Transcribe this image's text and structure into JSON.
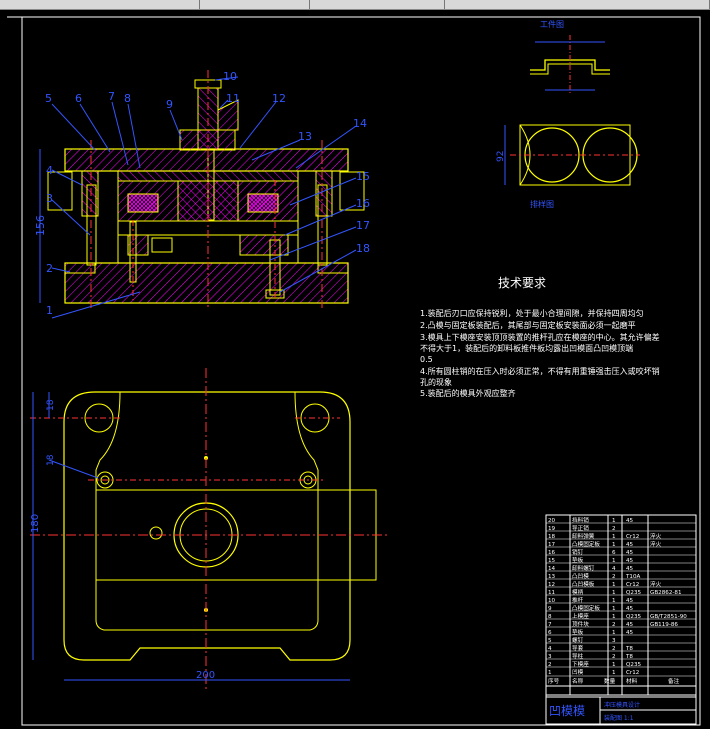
{
  "callouts": [
    "10",
    "11",
    "5",
    "6",
    "7",
    "8",
    "9",
    "12",
    "13",
    "14",
    "4",
    "3",
    "15",
    "16",
    "17",
    "2",
    "18",
    "1"
  ],
  "dim_156": "156",
  "dim_180": "180",
  "dim_200": "200",
  "dim_small_top": "18",
  "dim_small_left": "18",
  "dim_right_92": "92",
  "workpiece_label": "工件图",
  "layout_label": "排样图",
  "tech_title": "技术要求",
  "tech_lines": [
    "1.装配后刃口应保持锐利，处于最小合理间隙，并保持四周均匀",
    "2.凸模与固定板装配后，其尾部与固定板安装面必须一起磨平",
    "3.模具上下模座安装顶顶装置的推杆孔应在模座的中心。其允许偏差",
    "不得大于1，装配后的卸料板推件板均露出凹模面凸凹模顶端",
    "0.5",
    "4.所有圆柱销的在压入时必须正常，不得有用重锤强击压入或咬坏销",
    "孔的现象",
    "5.装配后的模具外观应整齐"
  ],
  "bom": [
    [
      "20",
      "挡料销",
      "1",
      "45",
      ""
    ],
    [
      "19",
      "导正销",
      "2",
      "",
      ""
    ],
    [
      "18",
      "卸料弹簧",
      "1",
      "Cr12",
      "淬火"
    ],
    [
      "17",
      "凸模固定板",
      "1",
      "45",
      "淬火"
    ],
    [
      "16",
      "销钉",
      "6",
      "45",
      ""
    ],
    [
      "15",
      "垫板",
      "1",
      "45",
      ""
    ],
    [
      "14",
      "卸料螺钉",
      "4",
      "45",
      ""
    ],
    [
      "13",
      "凸凹模",
      "2",
      "T10A",
      ""
    ],
    [
      "12",
      "凸凹模板",
      "1",
      "Cr12",
      "淬火"
    ],
    [
      "11",
      "模柄",
      "1",
      "Q235",
      "GB2862-81"
    ],
    [
      "10",
      "推杆",
      "1",
      "45",
      ""
    ],
    [
      "9",
      "凸模固定板",
      "1",
      "45",
      ""
    ],
    [
      "8",
      "上模座",
      "1",
      "Q235",
      "GB/T2851-90"
    ],
    [
      "7",
      "顶件块",
      "2",
      "45",
      "GB119-86"
    ],
    [
      "6",
      "垫板",
      "1",
      "45",
      ""
    ],
    [
      "5",
      "螺钉",
      "3",
      "",
      ""
    ],
    [
      "4",
      "导套",
      "2",
      "T8",
      ""
    ],
    [
      "3",
      "导柱",
      "2",
      "T8",
      ""
    ],
    [
      "2",
      "下模座",
      "1",
      "Q235",
      ""
    ],
    [
      "1",
      "凹模",
      "1",
      "Cr12",
      ""
    ]
  ],
  "bom_header": [
    "序号",
    "名称",
    "数量",
    "材料",
    "备注"
  ],
  "title_block_name": "凹模模",
  "title_block_sub1": "冲压模具设计",
  "title_block_sub2": "装配图 1:1"
}
